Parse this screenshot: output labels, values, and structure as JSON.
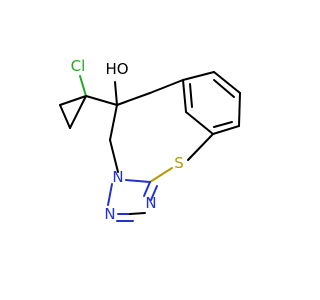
{
  "molecule": {
    "atoms": {
      "chlorine": {
        "text": "Cl",
        "color": "#22aa22"
      },
      "hydroxyl": {
        "text": "HO",
        "color": "#000000"
      },
      "sulfur": {
        "text": "S",
        "color": "#b59b00"
      },
      "nitrogen_1": {
        "text": "N",
        "color": "#2233cc"
      },
      "nitrogen_2": {
        "text": "N",
        "color": "#2233cc"
      },
      "nitrogen_3": {
        "text": "N",
        "color": "#2233cc"
      }
    }
  }
}
